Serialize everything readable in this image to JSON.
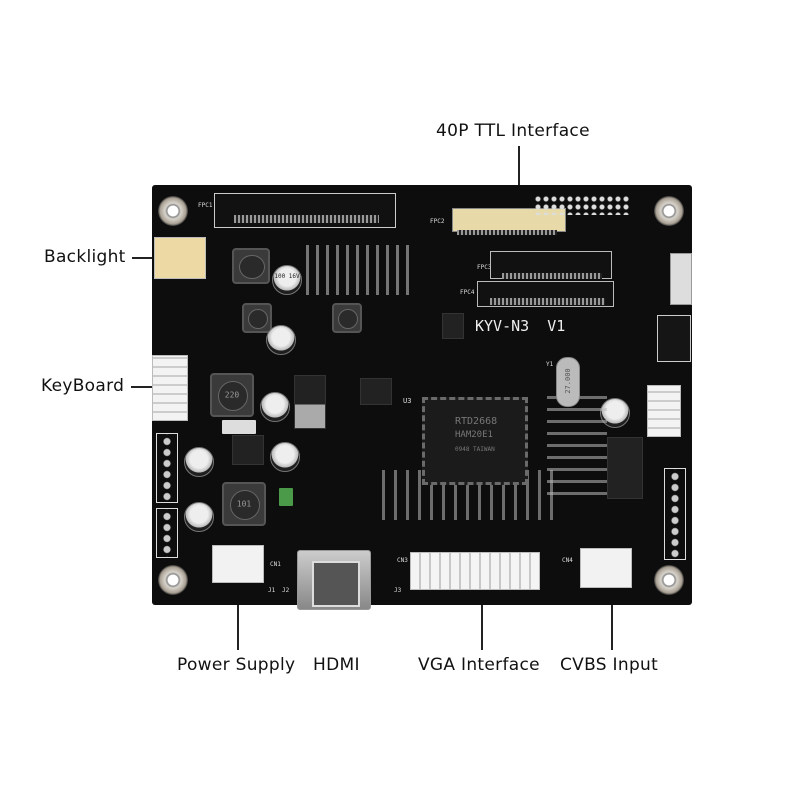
{
  "labels": {
    "ttl": "40P TTL Interface",
    "backlight": "Backlight",
    "keyboard": "KeyBoard",
    "power": "Power Supply",
    "hdmi": "HDMI",
    "vga": "VGA Interface",
    "cvbs": "CVBS Input"
  },
  "board": {
    "model": "KYV-N3  V1",
    "chip_line1": "RTD2668",
    "chip_line2": "HAM20E1",
    "chip_line3": "0948 TAIWAN",
    "silk": {
      "fpc1": "FPC1",
      "fpc2": "FPC2",
      "fpc3": "FPC3",
      "fpc4": "FPC4",
      "cn1": "CN1",
      "cn3": "CN3",
      "cn4": "CN4",
      "j1": "J1",
      "j2": "J2",
      "j3": "J3",
      "u3": "U3",
      "y1": "Y1"
    },
    "crystal": "27.000",
    "inductor_a": "220",
    "inductor_b": "101",
    "cap_text": "100 16V"
  }
}
